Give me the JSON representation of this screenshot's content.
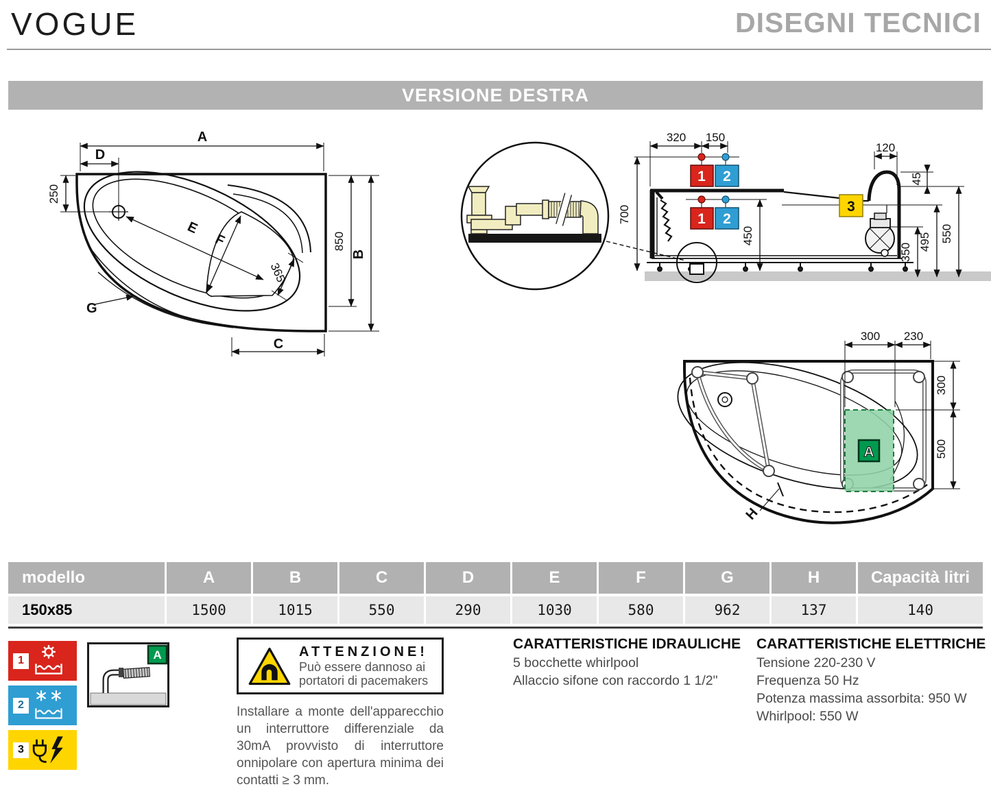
{
  "header": {
    "product": "VOGUE",
    "title": "DISEGNI TECNICI"
  },
  "banner": {
    "label": "VERSIONE DESTRA"
  },
  "plan": {
    "label_a": "A",
    "label_b": "B",
    "label_c": "C",
    "label_d": "D",
    "label_e": "E",
    "label_f": "F",
    "label_g": "G",
    "dim_250": "250",
    "dim_850": "850",
    "dim_365": "365"
  },
  "side": {
    "dim_320": "320",
    "dim_150": "150",
    "dim_120": "120",
    "dim_700": "700",
    "dim_450": "450",
    "dim_45": "45",
    "dim_550": "550",
    "dim_495": "495",
    "dim_350": "350",
    "badge_1": "1",
    "badge_2": "2",
    "badge_3": "3"
  },
  "frame": {
    "dim_300_top": "300",
    "dim_230": "230",
    "dim_300_right": "300",
    "dim_500": "500",
    "label_h": "H",
    "badge_a": "A"
  },
  "table": {
    "headers": [
      "modello",
      "A",
      "B",
      "C",
      "D",
      "E",
      "F",
      "G",
      "H",
      "Capacità litri"
    ],
    "row": [
      "150x85",
      "1500",
      "1015",
      "550",
      "290",
      "1030",
      "580",
      "962",
      "137",
      "140"
    ]
  },
  "legend": {
    "item1": "1",
    "item2": "2",
    "item3": "3"
  },
  "warning": {
    "title": "ATTENZIONE!",
    "line1": "Può essere dannoso ai",
    "line2": "portatori di pacemakers"
  },
  "install_note": {
    "text": "Installare a monte dell'apparecchio un interruttore differenziale da 30mA provvisto di interruttore onnipolare con apertura minima dei contatti ≥ 3 mm."
  },
  "hydraulic": {
    "title": "CARATTERISTICHE IDRAULICHE",
    "line1": "5 bocchette whirlpool",
    "line2": "Allaccio sifone con raccordo 1 1/2\""
  },
  "electric": {
    "title": "CARATTERISTICHE ELETTRICHE",
    "line1": "Tensione 220-230 V",
    "line2": "Frequenza 50 Hz",
    "line3": "Potenza massima assorbita: 950 W",
    "line4": "Whirlpool: 550 W"
  }
}
